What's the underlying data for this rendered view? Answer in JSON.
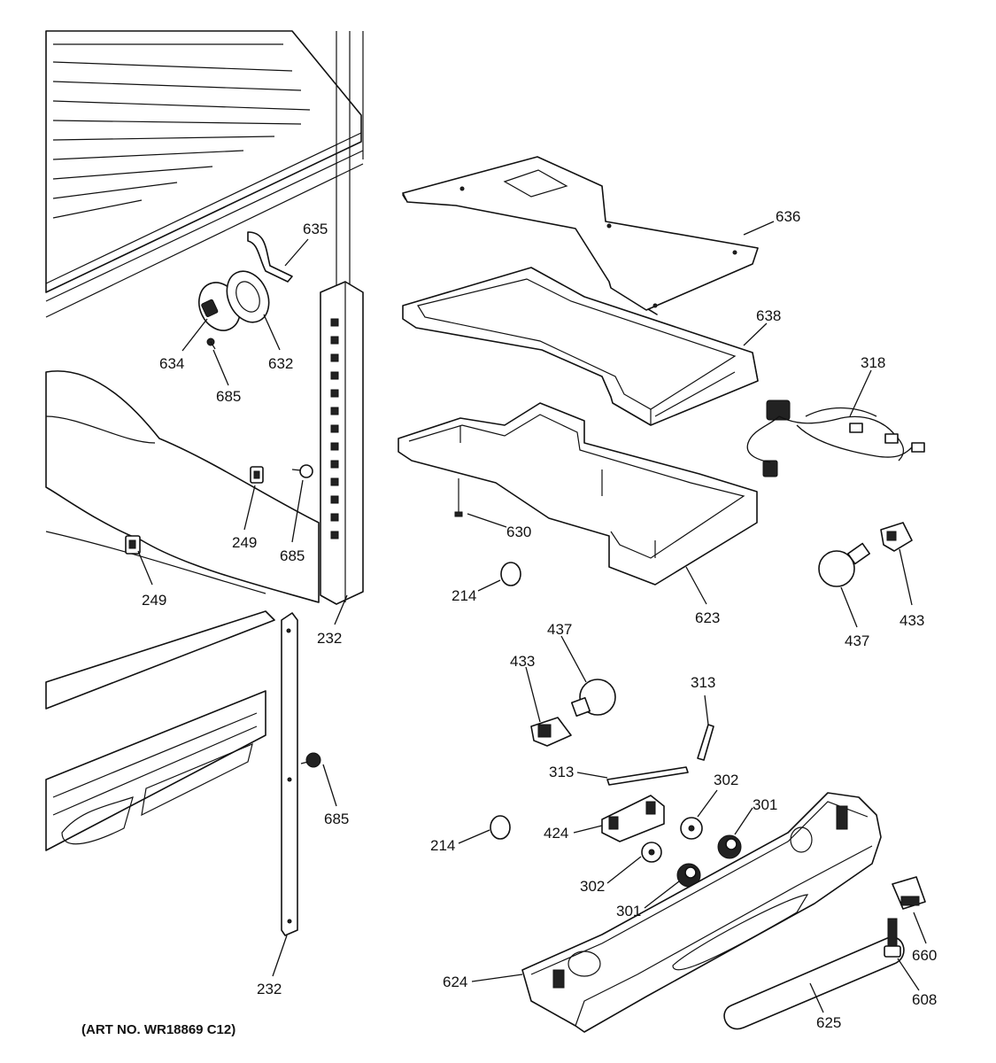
{
  "art_number": "(ART NO. WR18869 C12)",
  "callouts": [
    {
      "id": "c635",
      "label": "635"
    },
    {
      "id": "c636",
      "label": "636"
    },
    {
      "id": "c638",
      "label": "638"
    },
    {
      "id": "c634",
      "label": "634"
    },
    {
      "id": "c632",
      "label": "632"
    },
    {
      "id": "c685a",
      "label": "685"
    },
    {
      "id": "c318",
      "label": "318"
    },
    {
      "id": "c249a",
      "label": "249"
    },
    {
      "id": "c685b",
      "label": "685"
    },
    {
      "id": "c630",
      "label": "630"
    },
    {
      "id": "c249b",
      "label": "249"
    },
    {
      "id": "c214a",
      "label": "214"
    },
    {
      "id": "c623",
      "label": "623"
    },
    {
      "id": "c437a",
      "label": "437"
    },
    {
      "id": "c433a",
      "label": "433"
    },
    {
      "id": "c232a",
      "label": "232"
    },
    {
      "id": "c437b",
      "label": "437"
    },
    {
      "id": "c433b",
      "label": "433"
    },
    {
      "id": "c313a",
      "label": "313"
    },
    {
      "id": "c313b",
      "label": "313"
    },
    {
      "id": "c302a",
      "label": "302"
    },
    {
      "id": "c301a",
      "label": "301"
    },
    {
      "id": "c685c",
      "label": "685"
    },
    {
      "id": "c424",
      "label": "424"
    },
    {
      "id": "c214b",
      "label": "214"
    },
    {
      "id": "c302b",
      "label": "302"
    },
    {
      "id": "c301b",
      "label": "301"
    },
    {
      "id": "c660",
      "label": "660"
    },
    {
      "id": "c624",
      "label": "624"
    },
    {
      "id": "c608",
      "label": "608"
    },
    {
      "id": "c232b",
      "label": "232"
    },
    {
      "id": "c625",
      "label": "625"
    }
  ]
}
